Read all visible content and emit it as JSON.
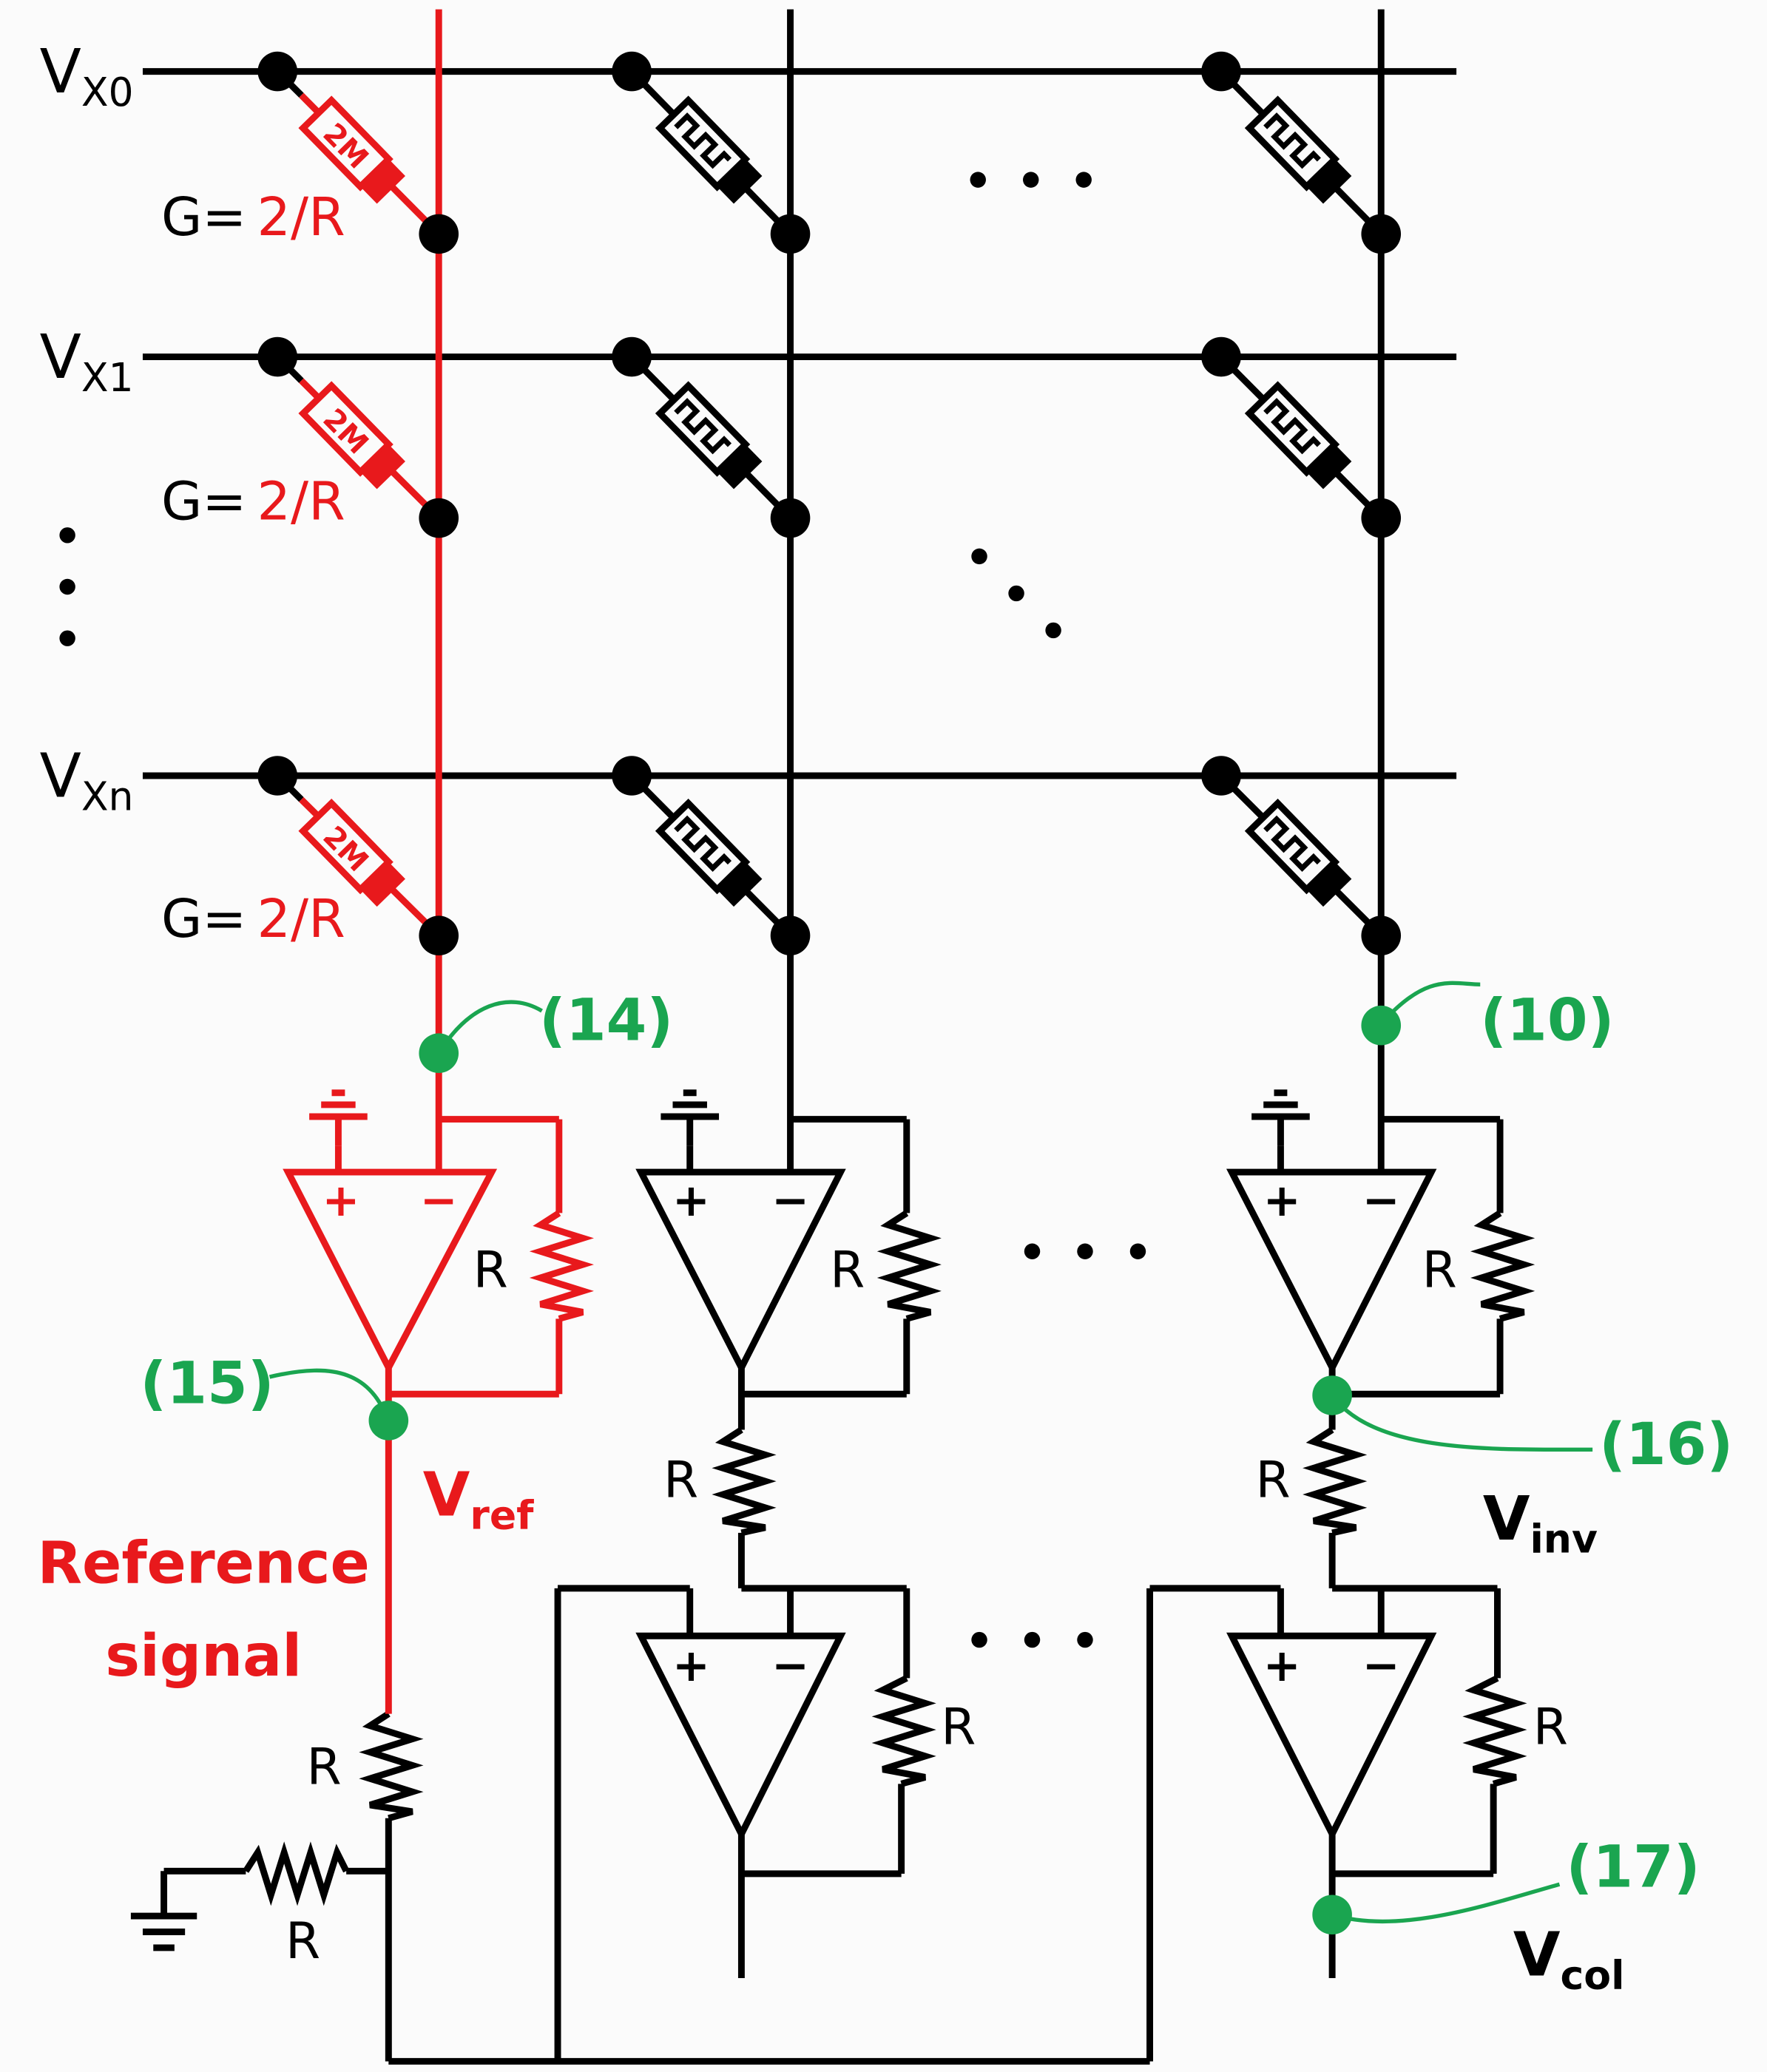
{
  "rows": {
    "v_x0": {
      "base": "V",
      "sub": "X0"
    },
    "v_x1": {
      "base": "V",
      "sub": "X1"
    },
    "v_xn": {
      "base": "V",
      "sub": "Xn"
    }
  },
  "reference_column": {
    "resistor_text": "2M",
    "conductance_prefix": "G=",
    "conductance_value": "2/R"
  },
  "node_labels": {
    "n14": "(14)",
    "n10": "(10)",
    "n15": "(15)",
    "n16": "(16)",
    "n17": "(17)"
  },
  "resistor_label": "R",
  "opamp_signs": {
    "plus": "+",
    "minus": "−"
  },
  "v_ref": {
    "base": "V",
    "sub": "ref"
  },
  "v_inv": {
    "base": "V",
    "sub": "inv"
  },
  "v_col": {
    "base": "V",
    "sub": "col"
  },
  "reference_signal": {
    "line1": "Reference",
    "line2": "signal"
  },
  "colors": {
    "wire": "#000000",
    "reference": "#e8191c",
    "node_label": "#1aa550",
    "background": "#fbfbfb"
  }
}
